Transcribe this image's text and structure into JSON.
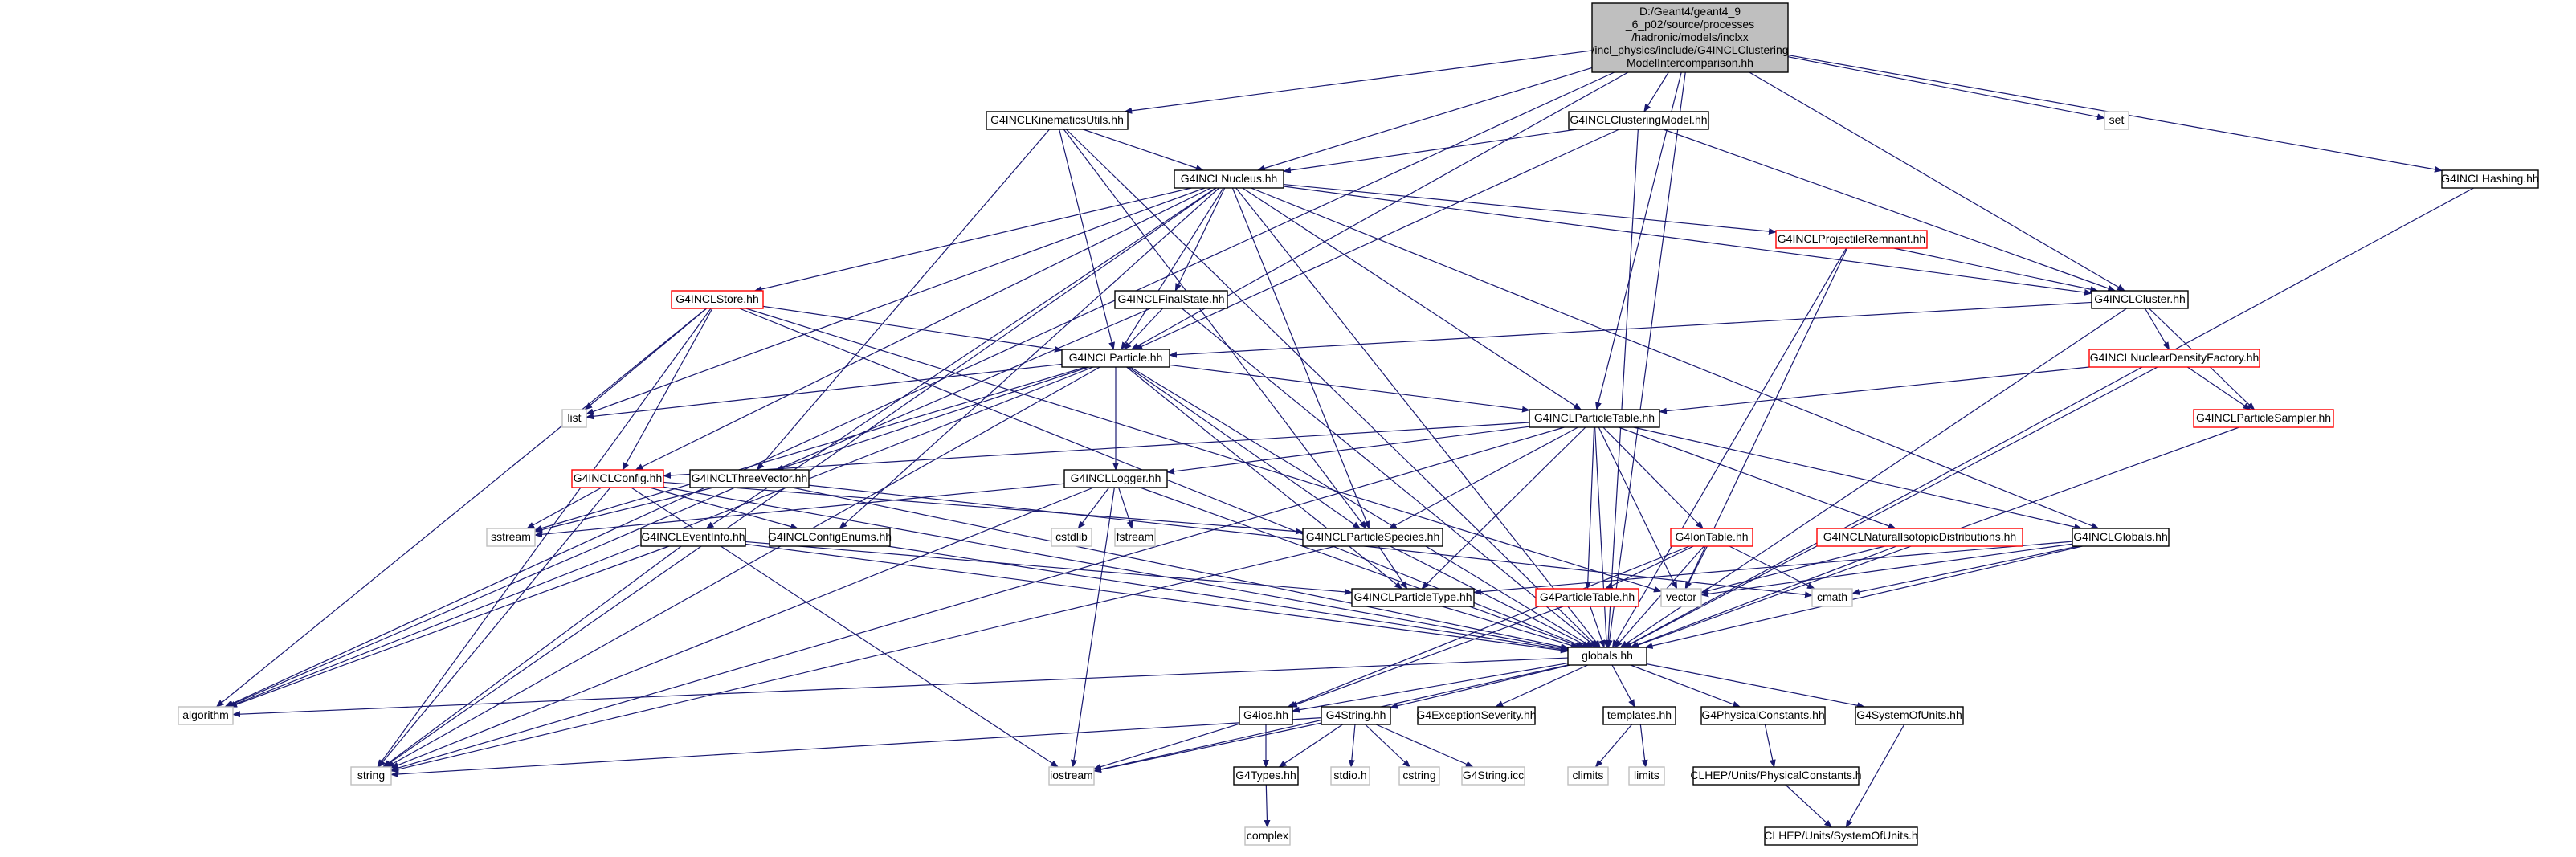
{
  "colors": {
    "root_fill": "#bfbfbf",
    "node_stroke": "#000000",
    "missing_stroke": "#ff0000",
    "system_stroke": "#bfbfbf",
    "edge": "#191970",
    "text": "#000000"
  },
  "nodes": [
    {
      "id": "root",
      "lines": [
        "D:/Geant4/geant4_9",
        "_6_p02/source/processes",
        "/hadronic/models/inclxx",
        "/incl_physics/include/G4INCLClustering",
        "ModelIntercomparison.hh"
      ],
      "kind": "root"
    },
    {
      "id": "kinematics",
      "lines": [
        "G4INCLKinematicsUtils.hh"
      ],
      "kind": "normal"
    },
    {
      "id": "clustering",
      "lines": [
        "G4INCLClusteringModel.hh"
      ],
      "kind": "normal"
    },
    {
      "id": "set",
      "lines": [
        "set"
      ],
      "kind": "system"
    },
    {
      "id": "hashing",
      "lines": [
        "G4INCLHashing.hh"
      ],
      "kind": "normal"
    },
    {
      "id": "nucleus",
      "lines": [
        "G4INCLNucleus.hh"
      ],
      "kind": "normal"
    },
    {
      "id": "projremnant",
      "lines": [
        "G4INCLProjectileRemnant.hh"
      ],
      "kind": "missing"
    },
    {
      "id": "store",
      "lines": [
        "G4INCLStore.hh"
      ],
      "kind": "missing"
    },
    {
      "id": "finalstate",
      "lines": [
        "G4INCLFinalState.hh"
      ],
      "kind": "normal"
    },
    {
      "id": "cluster",
      "lines": [
        "G4INCLCluster.hh"
      ],
      "kind": "normal"
    },
    {
      "id": "particle",
      "lines": [
        "G4INCLParticle.hh"
      ],
      "kind": "normal"
    },
    {
      "id": "nucdensity",
      "lines": [
        "G4INCLNuclearDensityFactory.hh"
      ],
      "kind": "missing"
    },
    {
      "id": "list",
      "lines": [
        "list"
      ],
      "kind": "system"
    },
    {
      "id": "particletable",
      "lines": [
        "G4INCLParticleTable.hh"
      ],
      "kind": "normal"
    },
    {
      "id": "particlesampler",
      "lines": [
        "G4INCLParticleSampler.hh"
      ],
      "kind": "missing"
    },
    {
      "id": "config",
      "lines": [
        "G4INCLConfig.hh"
      ],
      "kind": "missing"
    },
    {
      "id": "threevector",
      "lines": [
        "G4INCLThreeVector.hh"
      ],
      "kind": "normal"
    },
    {
      "id": "logger",
      "lines": [
        "G4INCLLogger.hh"
      ],
      "kind": "normal"
    },
    {
      "id": "sstream",
      "lines": [
        "sstream"
      ],
      "kind": "system"
    },
    {
      "id": "eventinfo",
      "lines": [
        "G4INCLEventInfo.hh"
      ],
      "kind": "normal"
    },
    {
      "id": "configenums",
      "lines": [
        "G4INCLConfigEnums.hh"
      ],
      "kind": "normal"
    },
    {
      "id": "cstdlib",
      "lines": [
        "cstdlib"
      ],
      "kind": "system"
    },
    {
      "id": "fstream",
      "lines": [
        "fstream"
      ],
      "kind": "system"
    },
    {
      "id": "particlespecies",
      "lines": [
        "G4INCLParticleSpecies.hh"
      ],
      "kind": "normal"
    },
    {
      "id": "iontable",
      "lines": [
        "G4IonTable.hh"
      ],
      "kind": "missing"
    },
    {
      "id": "natisotopic",
      "lines": [
        "G4INCLNaturalIsotopicDistributions.hh"
      ],
      "kind": "missing"
    },
    {
      "id": "inclglobals",
      "lines": [
        "G4INCLGlobals.hh"
      ],
      "kind": "normal"
    },
    {
      "id": "g4particletable",
      "lines": [
        "G4ParticleTable.hh"
      ],
      "kind": "missing"
    },
    {
      "id": "particletype",
      "lines": [
        "G4INCLParticleType.hh"
      ],
      "kind": "normal"
    },
    {
      "id": "vector",
      "lines": [
        "vector"
      ],
      "kind": "system"
    },
    {
      "id": "cmath",
      "lines": [
        "cmath"
      ],
      "kind": "system"
    },
    {
      "id": "globals",
      "lines": [
        "globals.hh"
      ],
      "kind": "normal"
    },
    {
      "id": "algorithm",
      "lines": [
        "algorithm"
      ],
      "kind": "system"
    },
    {
      "id": "g4ios",
      "lines": [
        "G4ios.hh"
      ],
      "kind": "normal"
    },
    {
      "id": "g4string",
      "lines": [
        "G4String.hh"
      ],
      "kind": "normal"
    },
    {
      "id": "exception",
      "lines": [
        "G4ExceptionSeverity.hh"
      ],
      "kind": "normal"
    },
    {
      "id": "templates",
      "lines": [
        "templates.hh"
      ],
      "kind": "normal"
    },
    {
      "id": "physconst",
      "lines": [
        "G4PhysicalConstants.hh"
      ],
      "kind": "normal"
    },
    {
      "id": "sysunits",
      "lines": [
        "G4SystemOfUnits.hh"
      ],
      "kind": "normal"
    },
    {
      "id": "string",
      "lines": [
        "string"
      ],
      "kind": "system"
    },
    {
      "id": "iostream",
      "lines": [
        "iostream"
      ],
      "kind": "system"
    },
    {
      "id": "g4types",
      "lines": [
        "G4Types.hh"
      ],
      "kind": "normal"
    },
    {
      "id": "stdio",
      "lines": [
        "stdio.h"
      ],
      "kind": "system"
    },
    {
      "id": "cstring",
      "lines": [
        "cstring"
      ],
      "kind": "system"
    },
    {
      "id": "g4stringicc",
      "lines": [
        "G4String.icc"
      ],
      "kind": "system"
    },
    {
      "id": "climits",
      "lines": [
        "climits"
      ],
      "kind": "system"
    },
    {
      "id": "limits",
      "lines": [
        "limits"
      ],
      "kind": "system"
    },
    {
      "id": "clhepphys",
      "lines": [
        "CLHEP/Units/PhysicalConstants.h"
      ],
      "kind": "normal"
    },
    {
      "id": "complex",
      "lines": [
        "complex"
      ],
      "kind": "system"
    },
    {
      "id": "clhepunits",
      "lines": [
        "CLHEP/Units/SystemOfUnits.h"
      ],
      "kind": "normal"
    }
  ],
  "edges": [
    [
      "root",
      "kinematics"
    ],
    [
      "root",
      "clustering"
    ],
    [
      "root",
      "set"
    ],
    [
      "root",
      "hashing"
    ],
    [
      "root",
      "nucleus"
    ],
    [
      "root",
      "cluster"
    ],
    [
      "root",
      "particle"
    ],
    [
      "root",
      "particletable"
    ],
    [
      "root",
      "globals"
    ],
    [
      "root",
      "algorithm"
    ],
    [
      "kinematics",
      "nucleus"
    ],
    [
      "kinematics",
      "particle"
    ],
    [
      "kinematics",
      "particlespecies"
    ],
    [
      "kinematics",
      "threevector"
    ],
    [
      "kinematics",
      "globals"
    ],
    [
      "clustering",
      "nucleus"
    ],
    [
      "clustering",
      "particle"
    ],
    [
      "clustering",
      "cluster"
    ],
    [
      "clustering",
      "globals"
    ],
    [
      "hashing",
      "globals"
    ],
    [
      "nucleus",
      "projremnant"
    ],
    [
      "nucleus",
      "store"
    ],
    [
      "nucleus",
      "finalstate"
    ],
    [
      "nucleus",
      "cluster"
    ],
    [
      "nucleus",
      "particle"
    ],
    [
      "nucleus",
      "particletable"
    ],
    [
      "nucleus",
      "config"
    ],
    [
      "nucleus",
      "configenums"
    ],
    [
      "nucleus",
      "eventinfo"
    ],
    [
      "nucleus",
      "inclglobals"
    ],
    [
      "nucleus",
      "list"
    ],
    [
      "nucleus",
      "string"
    ],
    [
      "nucleus",
      "particlespecies"
    ],
    [
      "nucleus",
      "globals"
    ],
    [
      "projremnant",
      "cluster"
    ],
    [
      "projremnant",
      "vector"
    ],
    [
      "projremnant",
      "globals"
    ],
    [
      "store",
      "particle"
    ],
    [
      "store",
      "config"
    ],
    [
      "store",
      "list"
    ],
    [
      "store",
      "string"
    ],
    [
      "store",
      "algorithm"
    ],
    [
      "store",
      "vector"
    ],
    [
      "store",
      "globals"
    ],
    [
      "finalstate",
      "particle"
    ],
    [
      "finalstate",
      "algorithm"
    ],
    [
      "finalstate",
      "globals"
    ],
    [
      "cluster",
      "particle"
    ],
    [
      "cluster",
      "nucdensity"
    ],
    [
      "cluster",
      "particlesampler"
    ],
    [
      "cluster",
      "globals"
    ],
    [
      "particle",
      "list"
    ],
    [
      "particle",
      "particletable"
    ],
    [
      "particle",
      "threevector"
    ],
    [
      "particle",
      "logger"
    ],
    [
      "particle",
      "particlespecies"
    ],
    [
      "particle",
      "particletype"
    ],
    [
      "particle",
      "sstream"
    ],
    [
      "particle",
      "string"
    ],
    [
      "particle",
      "algorithm"
    ],
    [
      "particle",
      "globals"
    ],
    [
      "nucdensity",
      "particletable"
    ],
    [
      "nucdensity",
      "particlesampler"
    ],
    [
      "nucdensity",
      "globals"
    ],
    [
      "particlesampler",
      "globals"
    ],
    [
      "particletable",
      "config"
    ],
    [
      "particletable",
      "logger"
    ],
    [
      "particletable",
      "particlespecies"
    ],
    [
      "particletable",
      "particletype"
    ],
    [
      "particletable",
      "iontable"
    ],
    [
      "particletable",
      "natisotopic"
    ],
    [
      "particletable",
      "inclglobals"
    ],
    [
      "particletable",
      "g4particletable"
    ],
    [
      "particletable",
      "vector"
    ],
    [
      "particletable",
      "string"
    ],
    [
      "particletable",
      "globals"
    ],
    [
      "config",
      "particlespecies"
    ],
    [
      "config",
      "configenums"
    ],
    [
      "config",
      "sstream"
    ],
    [
      "config",
      "string"
    ],
    [
      "config",
      "iostream"
    ],
    [
      "config",
      "globals"
    ],
    [
      "threevector",
      "sstream"
    ],
    [
      "threevector",
      "cmath"
    ],
    [
      "threevector",
      "globals"
    ],
    [
      "logger",
      "sstream"
    ],
    [
      "logger",
      "cstdlib"
    ],
    [
      "logger",
      "fstream"
    ],
    [
      "logger",
      "iostream"
    ],
    [
      "logger",
      "string"
    ],
    [
      "logger",
      "globals"
    ],
    [
      "eventinfo",
      "particletype"
    ],
    [
      "eventinfo",
      "string"
    ],
    [
      "eventinfo",
      "algorithm"
    ],
    [
      "eventinfo",
      "globals"
    ],
    [
      "configenums",
      "globals"
    ],
    [
      "particlespecies",
      "particletype"
    ],
    [
      "particlespecies",
      "string"
    ],
    [
      "particlespecies",
      "globals"
    ],
    [
      "iontable",
      "g4particletable"
    ],
    [
      "iontable",
      "vector"
    ],
    [
      "iontable",
      "cmath"
    ],
    [
      "iontable",
      "g4ios"
    ],
    [
      "iontable",
      "globals"
    ],
    [
      "natisotopic",
      "vector"
    ],
    [
      "natisotopic",
      "globals"
    ],
    [
      "inclglobals",
      "particletype"
    ],
    [
      "inclglobals",
      "vector"
    ],
    [
      "inclglobals",
      "cmath"
    ],
    [
      "inclglobals",
      "globals"
    ],
    [
      "g4particletable",
      "globals"
    ],
    [
      "g4particletable",
      "g4ios"
    ],
    [
      "particletype",
      "globals"
    ],
    [
      "globals",
      "algorithm"
    ],
    [
      "globals",
      "g4ios"
    ],
    [
      "globals",
      "g4string"
    ],
    [
      "globals",
      "exception"
    ],
    [
      "globals",
      "templates"
    ],
    [
      "globals",
      "physconst"
    ],
    [
      "globals",
      "sysunits"
    ],
    [
      "globals",
      "iostream"
    ],
    [
      "g4ios",
      "g4types"
    ],
    [
      "g4ios",
      "iostream"
    ],
    [
      "g4string",
      "g4types"
    ],
    [
      "g4string",
      "string"
    ],
    [
      "g4string",
      "stdio"
    ],
    [
      "g4string",
      "cstring"
    ],
    [
      "g4string",
      "g4stringicc"
    ],
    [
      "g4string",
      "iostream"
    ],
    [
      "templates",
      "climits"
    ],
    [
      "templates",
      "limits"
    ],
    [
      "physconst",
      "clhepphys"
    ],
    [
      "sysunits",
      "clhepunits"
    ],
    [
      "clhepphys",
      "clhepunits"
    ],
    [
      "g4types",
      "complex"
    ]
  ]
}
